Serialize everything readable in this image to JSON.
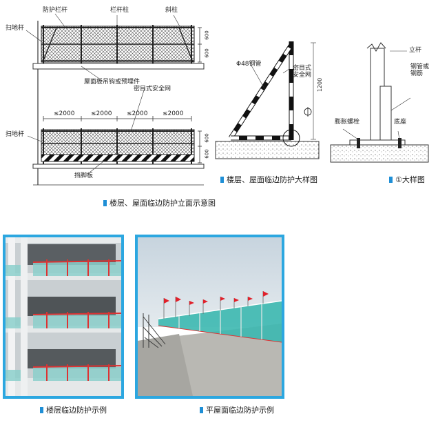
{
  "diagram_elevation": {
    "labels": {
      "guard_rail": "防护栏杆",
      "rail_post": "栏杆柱",
      "diagonal_post": "斜柱",
      "sweep_bar_top": "扫地杆",
      "sweep_bar_bottom": "扫地杆",
      "roof_slab_note": "屋面板吊钩或预埋件",
      "safety_net": "密目式安全网",
      "toe_board": "挡脚板",
      "spacing": [
        "≤2000",
        "≤2000",
        "≤2000",
        "≤2000"
      ],
      "dim_600_a": "600",
      "dim_600_b": "600",
      "dim_600_c": "600",
      "dim_600_d": "600"
    },
    "caption": "楼层、屋面临边防护立面示意图"
  },
  "diagram_detail": {
    "labels": {
      "steel_pipe": "Φ48钢管",
      "safety_net": "密目式\n安全网",
      "height": "1200"
    },
    "caption": "楼层、屋面临边防护大样图"
  },
  "diagram_enlarged": {
    "labels": {
      "upright": "立杆",
      "steel_pipe_or_rebar": "钢管或\n钢筋",
      "expansion_bolt": "膨胀螺栓",
      "base": "底座"
    },
    "caption": "①大样图"
  },
  "photo_floor": {
    "caption": "楼层临边防护示例"
  },
  "photo_roof": {
    "caption": "平屋面临边防护示例"
  },
  "colors": {
    "accent": "#2ca7e0",
    "caption_mark": "#1f8fd6",
    "flag": "#e0202a",
    "net": "#3cb8b0"
  }
}
